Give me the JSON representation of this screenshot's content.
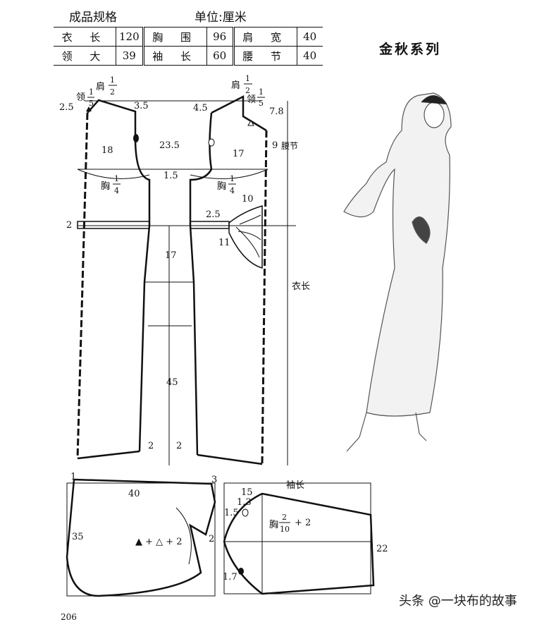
{
  "spec": {
    "title": "成品规格",
    "unit": "单位:厘米",
    "rows": [
      [
        {
          "label": "衣 长",
          "value": "120"
        },
        {
          "label": "胸 围",
          "value": "96"
        },
        {
          "label": "肩 宽",
          "value": "40"
        }
      ],
      [
        {
          "label": "领 大",
          "value": "39"
        },
        {
          "label": "袖 长",
          "value": "60"
        },
        {
          "label": "腰 节",
          "value": "40"
        }
      ]
    ]
  },
  "series_title": "金秋系列",
  "pattern": {
    "dims": [
      "2.5",
      "3.5",
      "4.5",
      "7.8",
      "23.5",
      "18",
      "17",
      "9",
      "腰节",
      "1.5",
      "2",
      "2.5",
      "10",
      "11",
      "17",
      "衣长",
      "45",
      "2",
      "2"
    ],
    "labels": {
      "shoulder": "肩",
      "collar": "领",
      "chest": "胸",
      "half_num": "1",
      "half_den": "2",
      "fifth_num": "1",
      "fifth_den": "5",
      "quarter_num": "1",
      "quarter_den": "4"
    },
    "hood": {
      "pt1": "1",
      "top": "40",
      "pt3": "3",
      "side": "35",
      "formula": "▲ + △ + 2",
      "notch": "2"
    },
    "sleeve": {
      "title": "袖长",
      "cap": "15",
      "v1": "1.3",
      "v2": "1.5",
      "v3": "1.7",
      "formula_pre": "胸",
      "formula_num": "2",
      "formula_den": "10",
      "formula_post": "+ 2",
      "cuff": "22"
    }
  },
  "watermark": "头条 @一块布的故事",
  "page_number": "206"
}
